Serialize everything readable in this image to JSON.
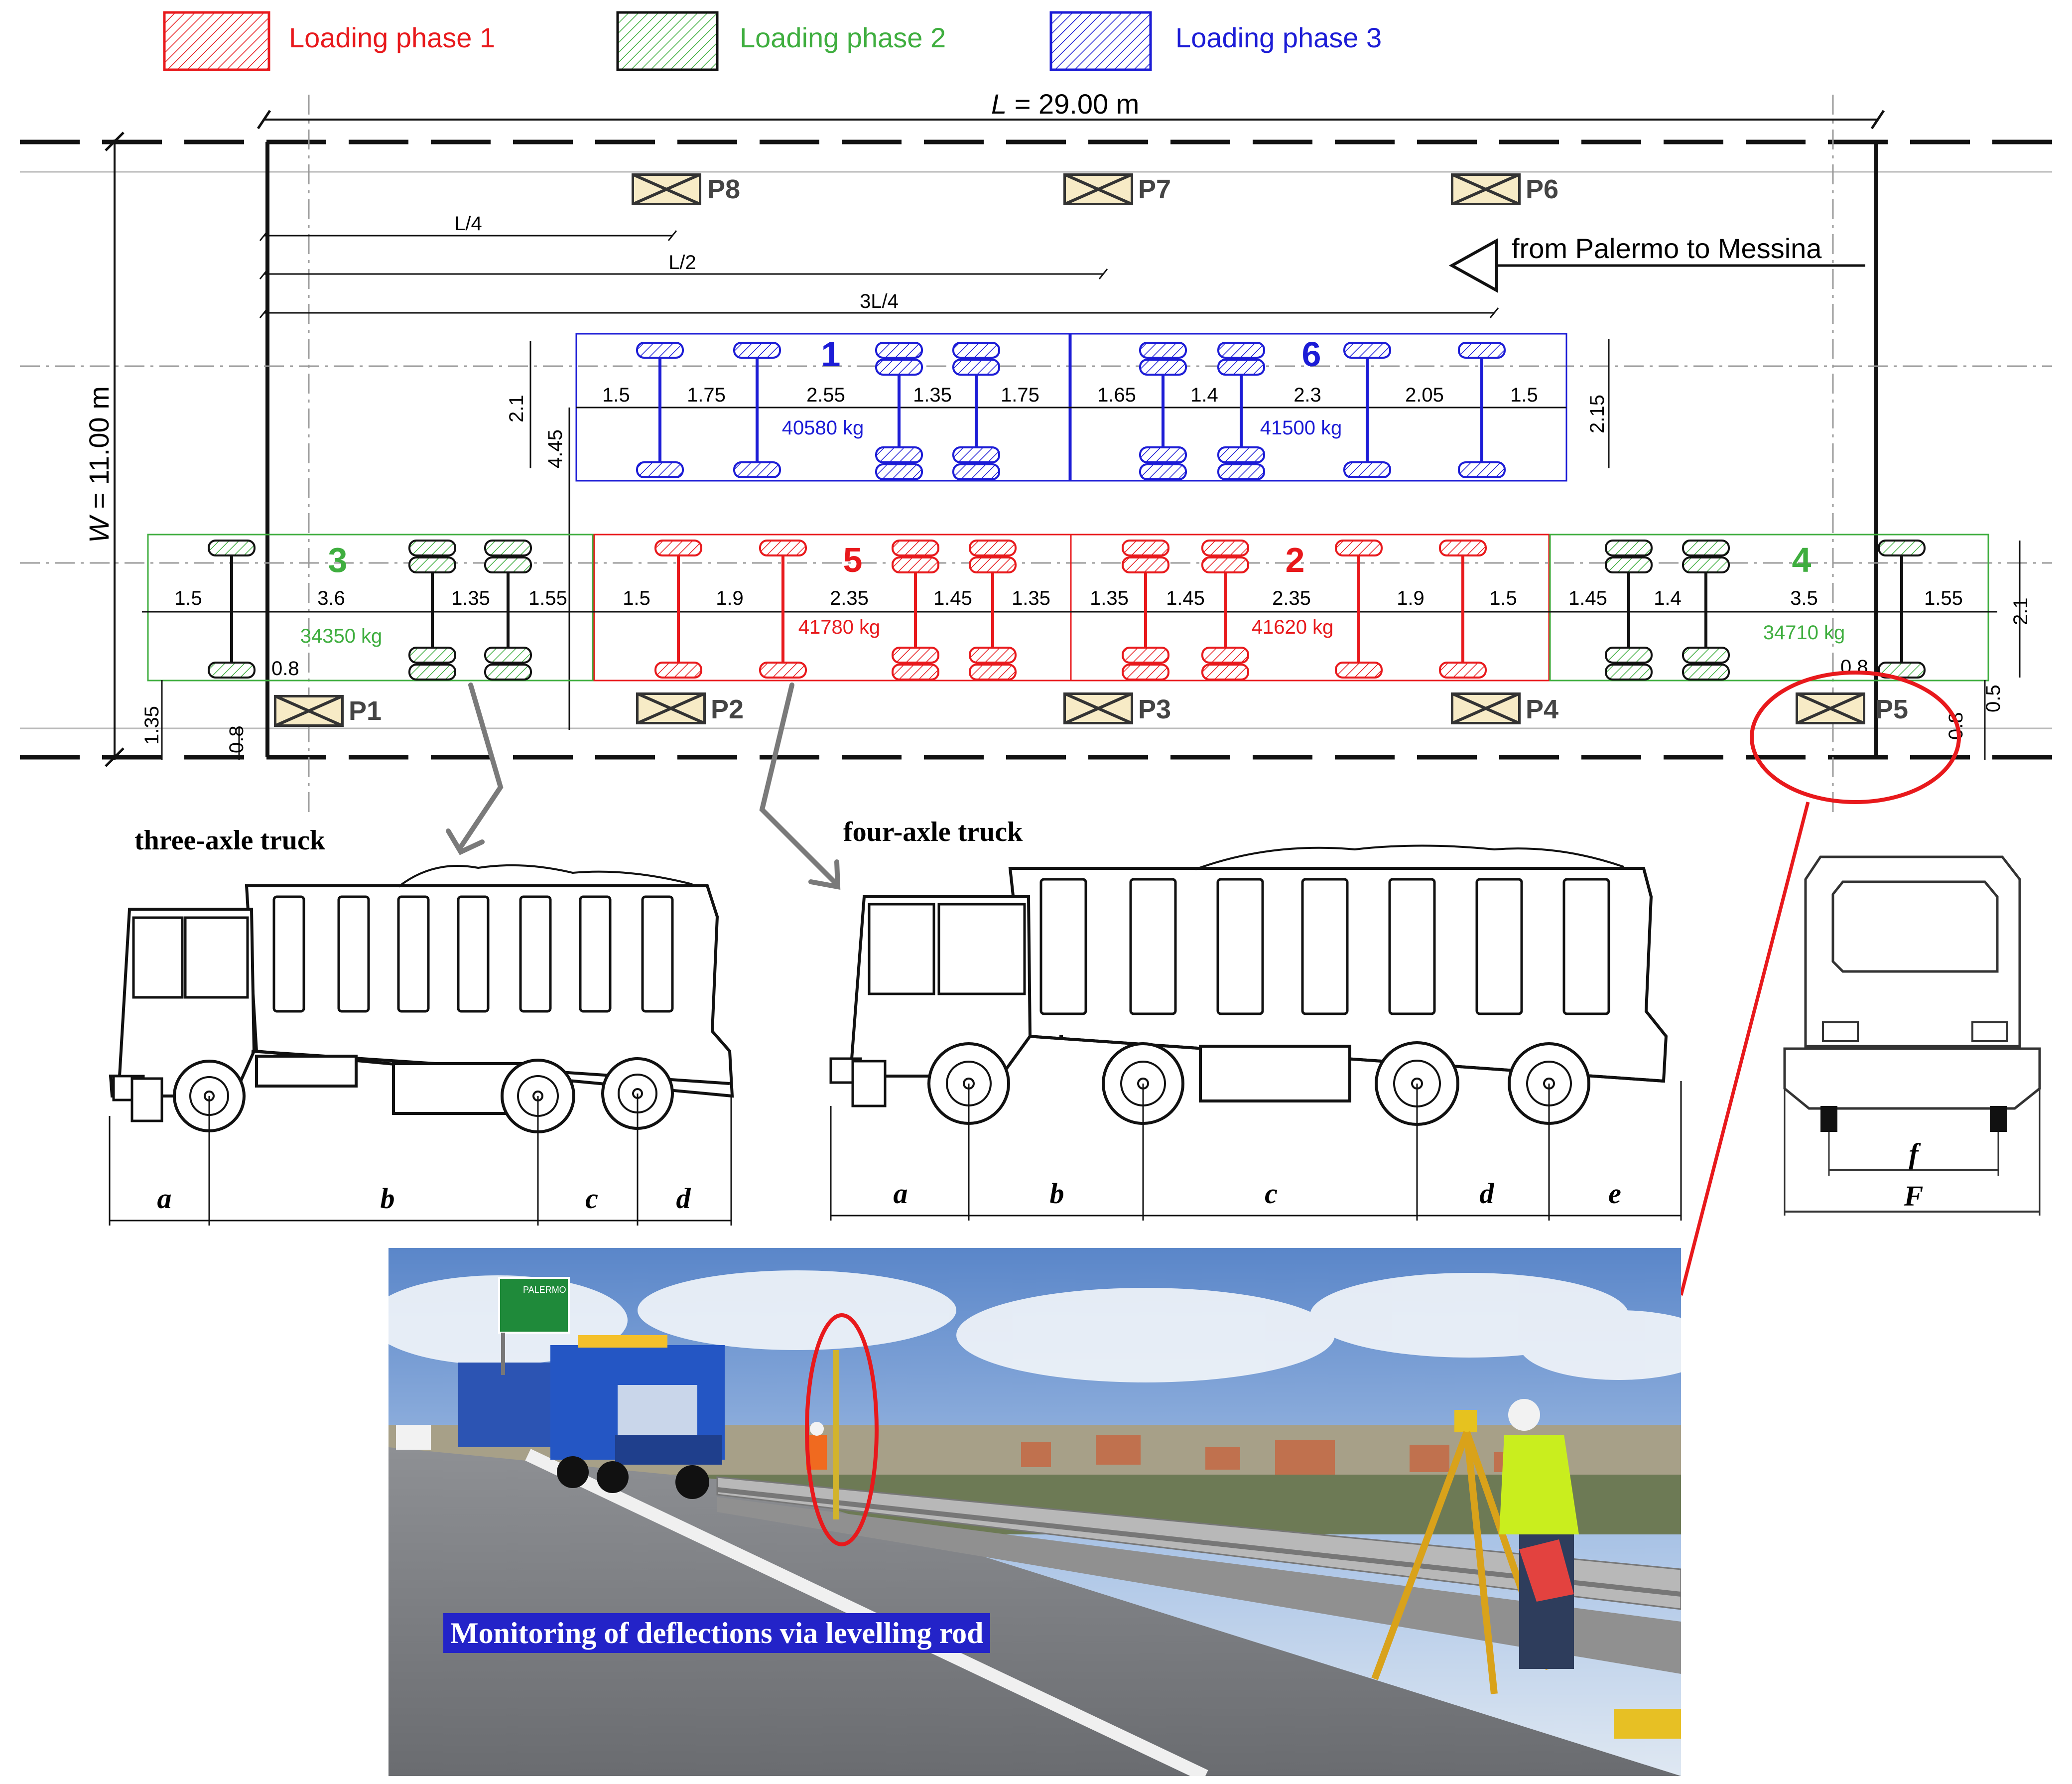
{
  "legend": {
    "phase1": "Loading phase 1",
    "phase2": "Loading phase 2",
    "phase3": "Loading phase 3"
  },
  "colors": {
    "phase1": "#e8191c",
    "phase2": "#3fae3f",
    "phase3": "#1c1cd6",
    "pier_fill": "#f7ebc6",
    "caption_bg": "#2323c8"
  },
  "dimensions": {
    "length_prefix": "L",
    "length_value": " = 29.00 m",
    "width_prefix": "W",
    "width_value": " = 11.00 m",
    "quarter": "L/4",
    "half": "L/2",
    "three_quarter": "3L/4",
    "lane_offset_1": "2.1",
    "lane_offset_2": "4.45",
    "right_offset": "2.15",
    "right_offset_2": "2.1",
    "left_edge_1": "1.35",
    "left_edge_2": "0.8",
    "left_inner": "0.8",
    "right_inner": "0.8",
    "right_edge_1": "0.8",
    "right_edge_2": "0.5"
  },
  "direction": "from Palermo to Messina",
  "piers": [
    "P1",
    "P2",
    "P3",
    "P4",
    "P5",
    "P6",
    "P7",
    "P8"
  ],
  "trucks": {
    "t1": {
      "id": "1",
      "weight": "40580 kg",
      "spacings": [
        "1.5",
        "1.75",
        "2.55",
        "1.35",
        "1.75"
      ]
    },
    "t6": {
      "id": "6",
      "weight": "41500 kg",
      "spacings": [
        "1.65",
        "1.4",
        "2.3",
        "2.05",
        "1.5"
      ]
    },
    "t3": {
      "id": "3",
      "weight": "34350 kg",
      "spacings": [
        "1.5",
        "3.6",
        "1.35",
        "1.55"
      ]
    },
    "t5": {
      "id": "5",
      "weight": "41780 kg",
      "spacings": [
        "1.5",
        "1.9",
        "2.35",
        "1.45",
        "1.35"
      ]
    },
    "t2": {
      "id": "2",
      "weight": "41620 kg",
      "spacings": [
        "1.35",
        "1.45",
        "2.35",
        "1.9",
        "1.5"
      ]
    },
    "t4": {
      "id": "4",
      "weight": "34710 kg",
      "spacings": [
        "1.45",
        "1.4",
        "3.5",
        "1.55"
      ]
    }
  },
  "truck_drawings": {
    "three_axle": {
      "title": "three-axle truck",
      "labels": [
        "a",
        "b",
        "c",
        "d"
      ]
    },
    "four_axle": {
      "title": "four-axle truck",
      "labels": [
        "a",
        "b",
        "c",
        "d",
        "e"
      ]
    },
    "front": {
      "labels": [
        "f",
        "F"
      ]
    }
  },
  "photo": {
    "caption": "Monitoring of deflections via levelling rod",
    "sign_text": "PALERMO"
  }
}
